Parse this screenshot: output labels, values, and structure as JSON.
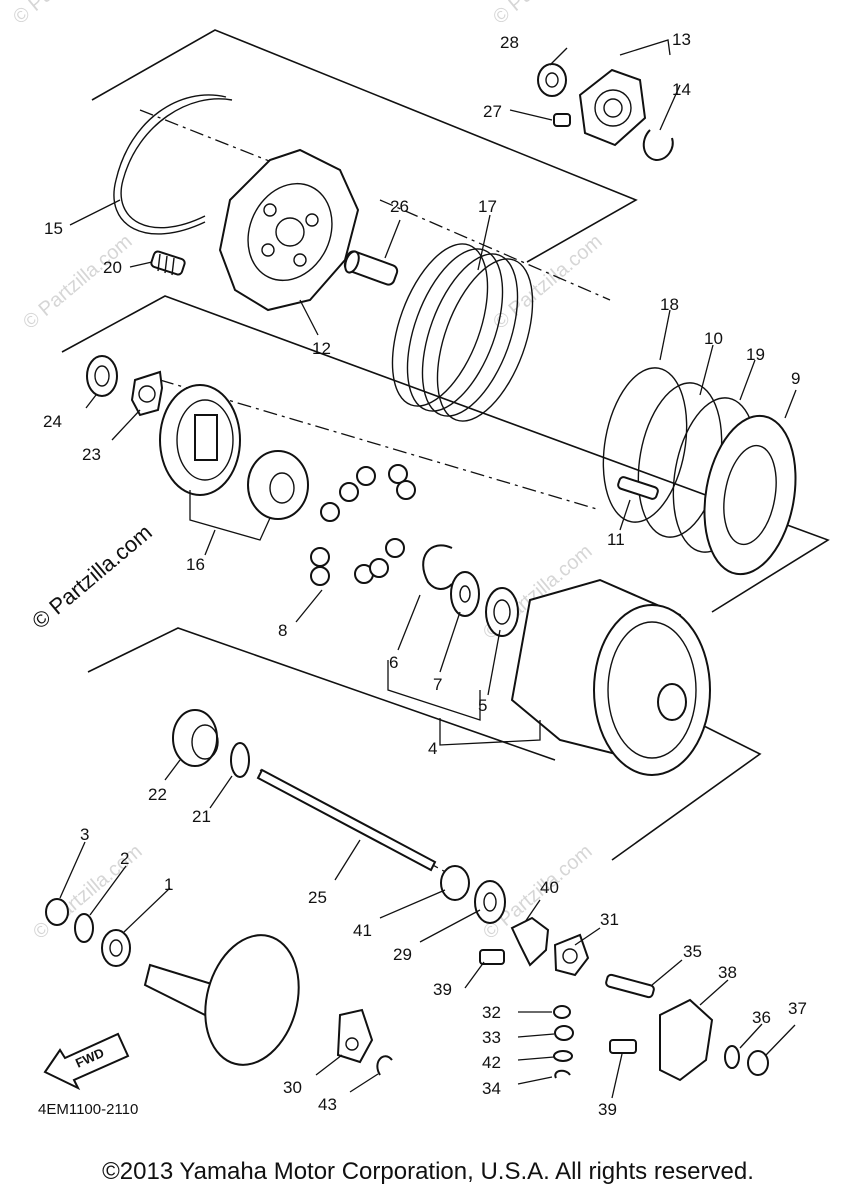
{
  "diagram_code": "4EM1100-2110",
  "copyright": "©2013 Yamaha Motor Corporation, U.S.A. All rights reserved.",
  "watermark": "© Partzilla.com",
  "fwd_arrow_label": "FWD",
  "callouts": {
    "c1": "1",
    "c2": "2",
    "c3": "3",
    "c4": "4",
    "c5": "5",
    "c6": "6",
    "c7": "7",
    "c8": "8",
    "c9": "9",
    "c10": "10",
    "c11": "11",
    "c12": "12",
    "c13": "13",
    "c14": "14",
    "c15": "15",
    "c16": "16",
    "c17": "17",
    "c18": "18",
    "c19": "19",
    "c20": "20",
    "c21": "21",
    "c22": "22",
    "c23": "23",
    "c24": "24",
    "c25": "25",
    "c26": "26",
    "c27": "27",
    "c28": "28",
    "c29": "29",
    "c30": "30",
    "c31": "31",
    "c32": "32",
    "c33": "33",
    "c34": "34",
    "c35": "35",
    "c36": "36",
    "c37": "37",
    "c38": "38",
    "c39a": "39",
    "c39b": "39",
    "c40": "40",
    "c41": "41",
    "c42": "42",
    "c43": "43"
  }
}
